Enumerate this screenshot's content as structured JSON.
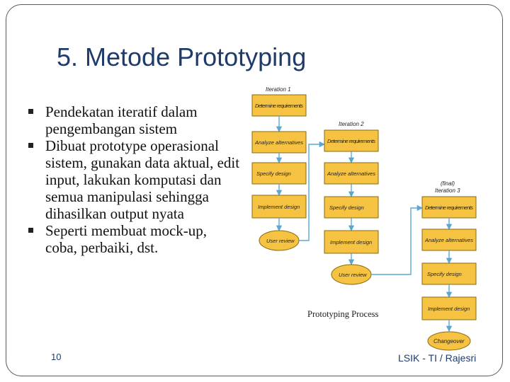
{
  "slide": {
    "title": "5. Metode  Prototyping",
    "bullets": [
      "Pendekatan iteratif dalam pengembangan sistem",
      "Dibuat prototype operasional sistem, gunakan data aktual, edit input, lakukan komputasi dan semua manipulasi sehingga dihasilkan output nyata",
      "Seperti membuat mock-up, coba, perbaiki, dst."
    ],
    "page_number": "10",
    "footer": "LSIK - TI / Rajesri"
  },
  "diagram": {
    "caption": "Prototyping Process",
    "iteration1": {
      "label": "Iteration 1",
      "steps": [
        "Determine requirements",
        "Analyze alternatives",
        "Specify design",
        "Implement design"
      ],
      "review": "User review"
    },
    "iteration2": {
      "label": "Iteration 2",
      "steps": [
        "Determine requirements",
        "Analyze alternatives",
        "Specify design",
        "Implement design"
      ],
      "review": "User review"
    },
    "iteration3": {
      "label_top": "(final)",
      "label": "Iteration 3",
      "steps": [
        "Determine requirements",
        "Analyze alternatives",
        "Specify design",
        "Implement design"
      ],
      "end": "Changeover"
    }
  },
  "colors": {
    "title": "#1f3b6b",
    "box_fill": "#f5c242",
    "box_stroke": "#8a6a12",
    "arrow": "#5aa7d6"
  }
}
